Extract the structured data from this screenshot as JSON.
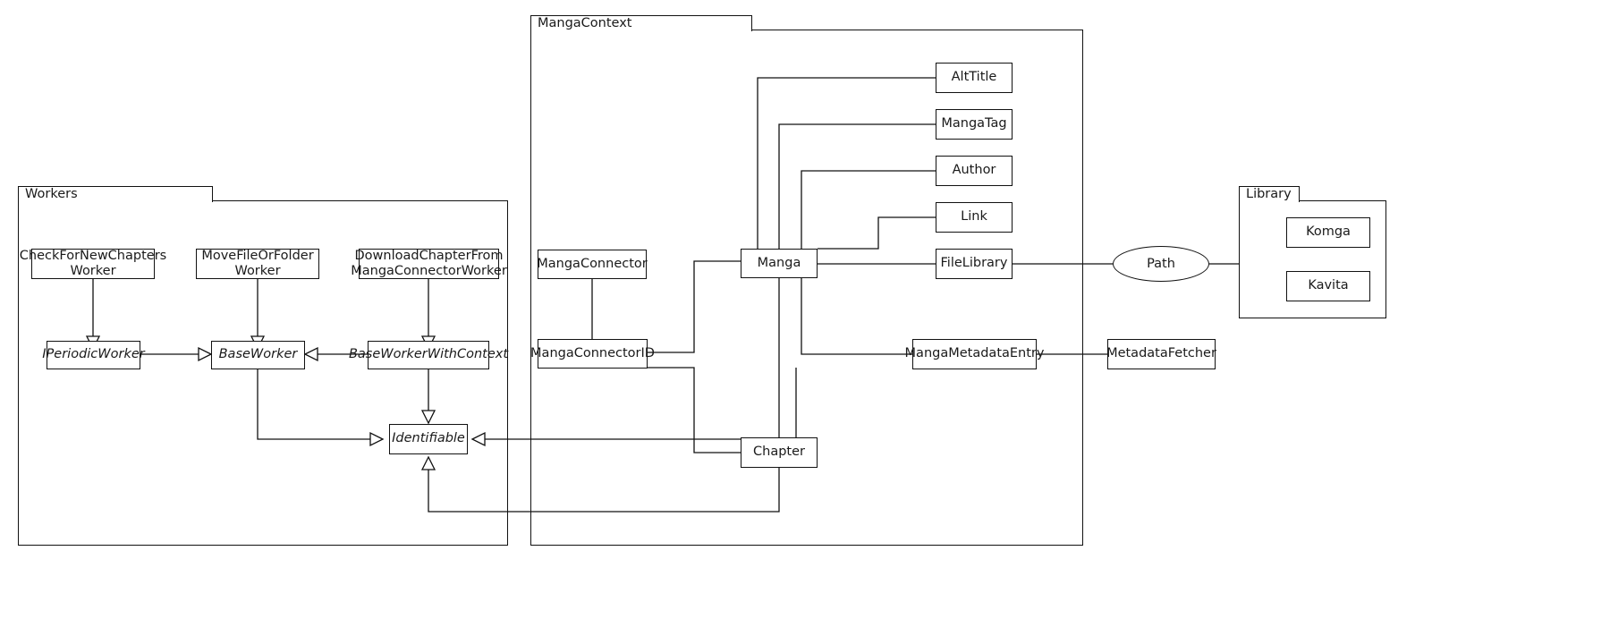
{
  "diagram": {
    "title": "Manga management class diagram",
    "background": "#ffffff",
    "stroke": "#111111"
  },
  "packages": [
    {
      "id": "workers",
      "label": "Workers"
    },
    {
      "id": "mangacontext",
      "label": "MangaContext"
    },
    {
      "id": "library",
      "label": "Library"
    }
  ],
  "nodes": {
    "check_for_new_chapters_worker": "CheckForNewChapters\nWorker",
    "check_line1": "CheckForNewChapters",
    "check_line2": "Worker",
    "move_file_or_folder_worker_l1": "MoveFileOrFolder",
    "move_file_or_folder_worker_l2": "Worker",
    "download_chapter_l1": "DownloadChapterFrom",
    "download_chapter_l2": "MangaConnectorWorker",
    "iperiodicworker": "IPeriodicWorker",
    "baseworker": "BaseWorker",
    "baseworkerwithcontext": "BaseWorkerWithContext",
    "identifiable": "Identifiable",
    "mangaconnector": "MangaConnector",
    "mangaconnectorid": "MangaConnectorID",
    "manga": "Manga",
    "chapter": "Chapter",
    "alttitle": "AltTitle",
    "mangatag": "MangaTag",
    "author": "Author",
    "link": "Link",
    "filelibrary": "FileLibrary",
    "mangametadataentry": "MangaMetadataEntry",
    "metadatafetcher": "MetadataFetcher",
    "path": "Path",
    "komga": "Komga",
    "kavita": "Kavita"
  },
  "relationships": [
    {
      "from": "CheckForNewChaptersWorker",
      "to": "IPeriodicWorker",
      "type": "generalization"
    },
    {
      "from": "MoveFileOrFolderWorker",
      "to": "BaseWorker",
      "type": "generalization"
    },
    {
      "from": "DownloadChapterFromMangaConnectorWorker",
      "to": "BaseWorkerWithContext",
      "type": "generalization"
    },
    {
      "from": "IPeriodicWorker",
      "to": "BaseWorker",
      "type": "realization"
    },
    {
      "from": "BaseWorkerWithContext",
      "to": "BaseWorker",
      "type": "generalization"
    },
    {
      "from": "BaseWorker",
      "to": "Identifiable",
      "type": "realization"
    },
    {
      "from": "BaseWorkerWithContext",
      "to": "Identifiable",
      "type": "generalization"
    },
    {
      "from": "Chapter",
      "to": "Identifiable",
      "type": "generalization"
    },
    {
      "from": "MangaConnectorID",
      "to": "Identifiable",
      "type": "generalization"
    },
    {
      "from": "MangaConnector",
      "to": "MangaConnectorID",
      "type": "association"
    },
    {
      "from": "MangaConnectorID",
      "to": "Manga",
      "type": "association"
    },
    {
      "from": "MangaConnectorID",
      "to": "Chapter",
      "type": "association"
    },
    {
      "from": "Manga",
      "to": "AltTitle",
      "type": "association"
    },
    {
      "from": "Manga",
      "to": "MangaTag",
      "type": "association"
    },
    {
      "from": "Manga",
      "to": "Author",
      "type": "association"
    },
    {
      "from": "Manga",
      "to": "Link",
      "type": "association"
    },
    {
      "from": "Manga",
      "to": "FileLibrary",
      "type": "association"
    },
    {
      "from": "Manga",
      "to": "MangaMetadataEntry",
      "type": "association"
    },
    {
      "from": "Manga",
      "to": "Chapter",
      "type": "association"
    },
    {
      "from": "FileLibrary",
      "to": "Path",
      "type": "association"
    },
    {
      "from": "Path",
      "to": "Library",
      "type": "association"
    },
    {
      "from": "MangaMetadataEntry",
      "to": "MetadataFetcher",
      "type": "association"
    }
  ]
}
